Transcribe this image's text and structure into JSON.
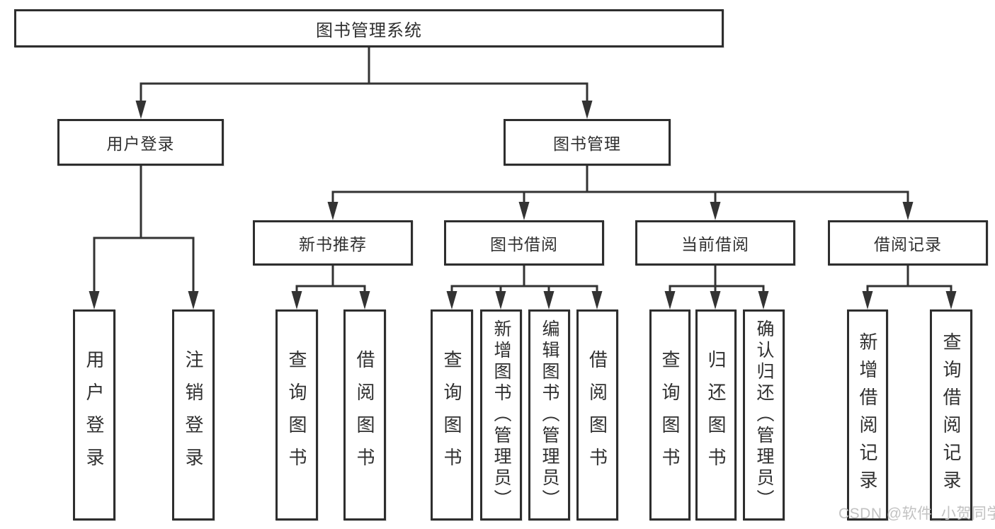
{
  "diagram_title": "图书管理系统",
  "tree": {
    "label": "图书管理系统",
    "children": [
      {
        "label": "用户登录",
        "children": [
          {
            "label": "用户登录"
          },
          {
            "label": "注销登录"
          }
        ]
      },
      {
        "label": "图书管理",
        "children": [
          {
            "label": "新书推荐",
            "children": [
              {
                "label": "查询图书"
              },
              {
                "label": "借阅图书"
              }
            ]
          },
          {
            "label": "图书借阅",
            "children": [
              {
                "label": "查询图书"
              },
              {
                "label": "新增图书（管理员）"
              },
              {
                "label": "编辑图书（管理员）"
              },
              {
                "label": "借阅图书"
              }
            ]
          },
          {
            "label": "当前借阅",
            "children": [
              {
                "label": "查询图书"
              },
              {
                "label": "归还图书"
              },
              {
                "label": "确认归还（管理员）"
              }
            ]
          },
          {
            "label": "借阅记录",
            "children": [
              {
                "label": "新增借阅记录"
              },
              {
                "label": "查询借阅记录"
              }
            ]
          }
        ]
      }
    ]
  },
  "watermark": {
    "text": "CSDN @软件_小贺同学"
  },
  "colors": {
    "line": "#333333",
    "border": "#2e2e2e",
    "text": "#303030",
    "background": "#ffffff",
    "watermark": "#c2c2c2"
  }
}
